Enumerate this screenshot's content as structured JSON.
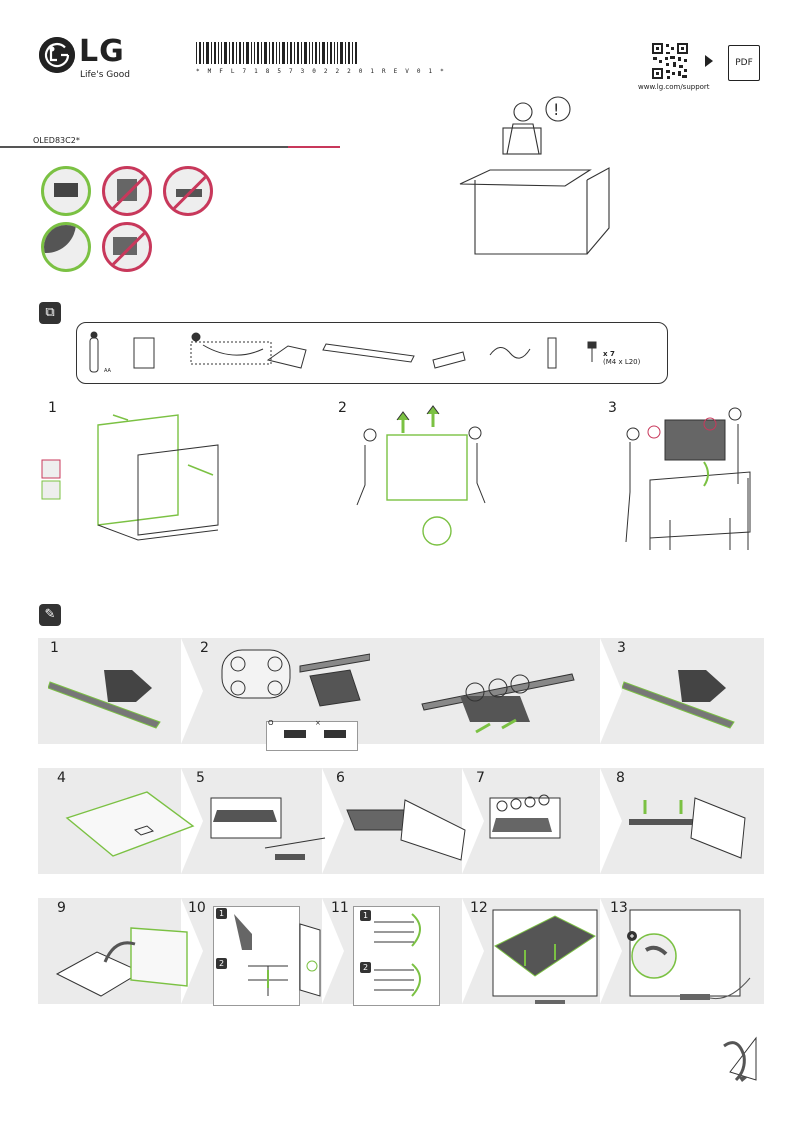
{
  "brand": {
    "name": "LG",
    "tagline": "Life's Good"
  },
  "barcode_text": "* M F L 7 1 8 5 7 3 0 2 2 2 0 1 R E V 0 1 *",
  "support_url": "www.lg.com/support",
  "pdf_label": "PDF",
  "model": "OLED83C2*",
  "accessories": {
    "screws_qty": "x 7",
    "screws_spec": "(M4 x L20)",
    "battery_label": "AA"
  },
  "unbox_steps": [
    "1",
    "2",
    "3"
  ],
  "assembly_steps": [
    "1",
    "2",
    "3",
    "4",
    "5",
    "6",
    "7",
    "8",
    "9",
    "10",
    "11",
    "12",
    "13"
  ],
  "sub_labels": {
    "a": "1",
    "b": "2"
  },
  "correct_mark": "O",
  "wrong_mark": "×",
  "colors": {
    "accent_green": "#7bc143",
    "accent_red": "#c8385b",
    "band": "#ebebeb"
  }
}
